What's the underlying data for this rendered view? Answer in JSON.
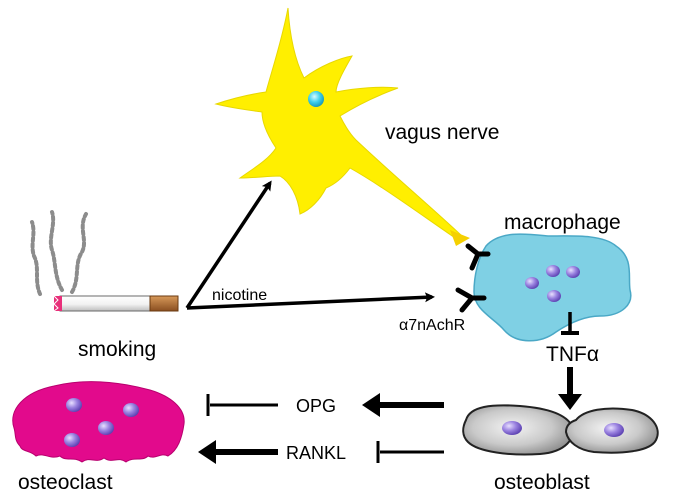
{
  "labels": {
    "vagus_nerve": "vagus nerve",
    "macrophage": "macrophage",
    "nicotine": "nicotine",
    "receptor": "α7nAchR",
    "smoking": "smoking",
    "tnf": "TNFα",
    "opg": "OPG",
    "rankl": "RANKL",
    "osteoclast": "osteoclast",
    "osteoblast": "osteoblast"
  },
  "colors": {
    "neuron": "#ffef00",
    "neuron_nucleus": "#33c9e8",
    "macrophage": "#7fd0e4",
    "macrophage_outline": "#1e8fb2",
    "osteoclast": "#e20a8c",
    "osteoblast": "#c8c8c8",
    "granule": "#7a5fc8",
    "smoke": "#8c8c8c",
    "filter": "#b8733a",
    "ember": "#e8307a"
  },
  "icons": {
    "neuron": "neuron-cell-icon",
    "macrophage": "macrophage-cell-icon",
    "cigarette": "cigarette-icon",
    "osteoclast": "osteoclast-cell-icon",
    "osteoblast": "osteoblast-cell-icon"
  }
}
